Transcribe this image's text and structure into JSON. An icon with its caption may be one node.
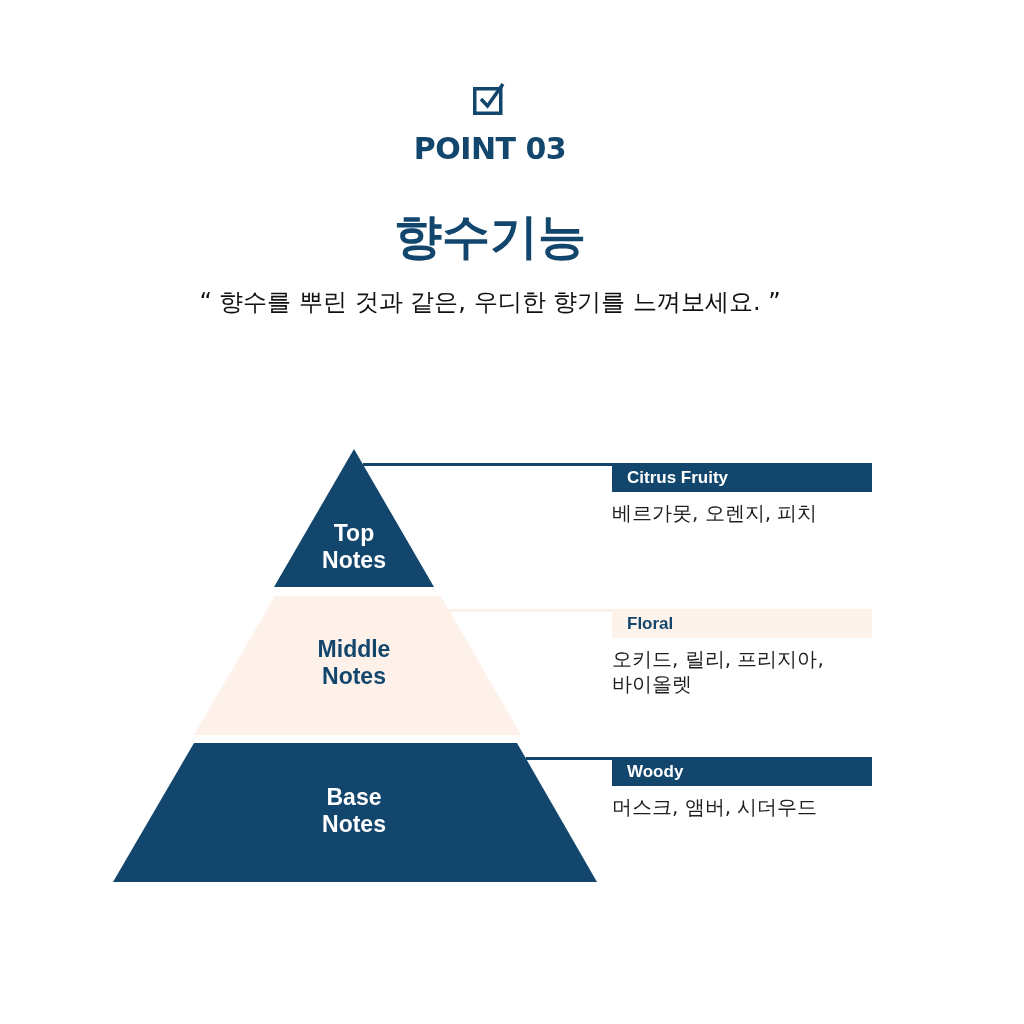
{
  "diagram": {
    "title": "향수기능",
    "nodes": [
      {
        "text": [
          "Top Notes"
        ]
      },
      {
        "text": [
          "Middle Notes"
        ]
      },
      {
        "text": [
          "Base Notes"
        ]
      },
      {
        "text": [
          "Citrus Fruity"
        ],
        "beside": [
          "베르가못, 오렌지, 피치"
        ]
      },
      {
        "text": [
          "Floral"
        ],
        "beside": [
          "오키드, 릴리, 프리지아, 바이올렛"
        ]
      },
      {
        "text": [
          "Woody"
        ],
        "beside": [
          "머스크, 앰버, 시더우드"
        ]
      }
    ],
    "edges": [
      {
        "from": 0,
        "to": 3,
        "arrow": "none"
      },
      {
        "from": 1,
        "to": 4,
        "arrow": "none",
        "color": "#fcf0e8"
      },
      {
        "from": 2,
        "to": 5,
        "arrow": "none"
      }
    ],
    "labels": [
      "POINT 03",
      "“ 향수를 뿌린 것과 같은, 우디한 향기를 느껴보세요. ”"
    ]
  }
}
